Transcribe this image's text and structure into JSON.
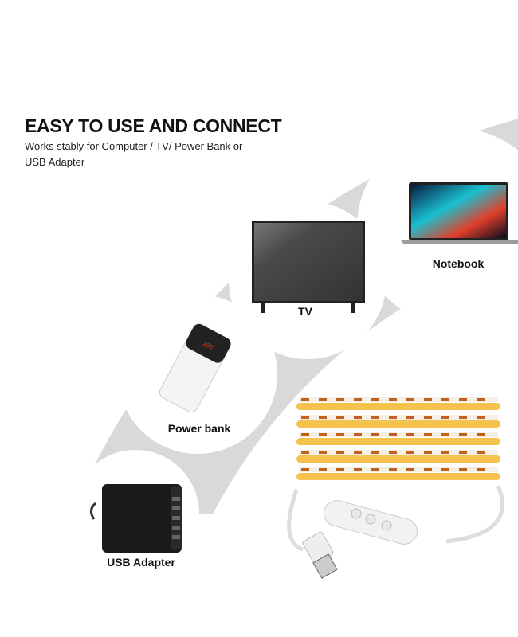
{
  "heading": "EASY TO USE AND CONNECT",
  "subtitle_line1": "Works stably for Computer / TV/ Power Bank or",
  "subtitle_line2": "USB Adapter",
  "devices": [
    {
      "label": "Notebook",
      "icon": "laptop-icon"
    },
    {
      "label": "TV",
      "icon": "tv-icon"
    },
    {
      "label": "Power bank",
      "icon": "power-bank-icon"
    },
    {
      "label": "USB Adapter",
      "icon": "usb-charger-icon"
    }
  ],
  "colors": {
    "band": "#d9d9d9",
    "led": "#f6c24e",
    "pad": "#c0611d"
  }
}
